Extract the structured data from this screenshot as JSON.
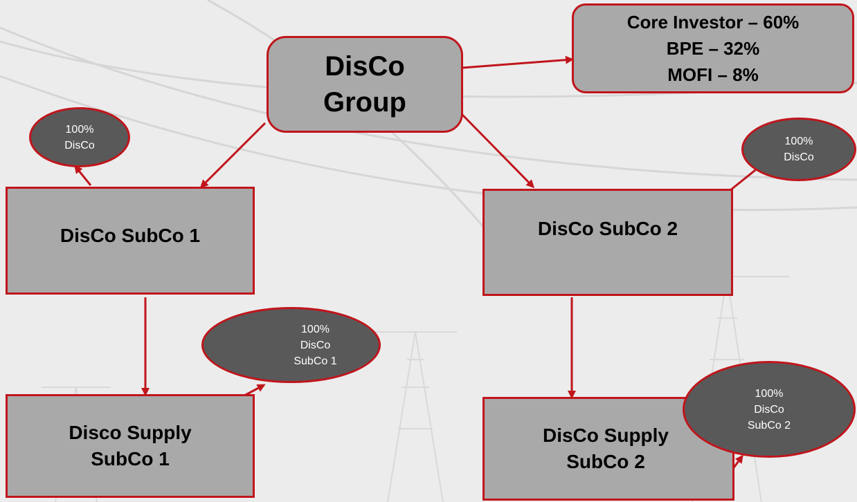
{
  "diagram": {
    "group": {
      "line1": "DisCo",
      "line2": "Group"
    },
    "shareholders": [
      {
        "label": "Core Investor – 60%"
      },
      {
        "label": "BPE – 32%"
      },
      {
        "label": "MOFI – 8%"
      }
    ],
    "subco1": {
      "label": "DisCo SubCo 1"
    },
    "subco2": {
      "label": "DisCo SubCo 2"
    },
    "supply1": {
      "line1": "Disco Supply",
      "line2": "SubCo 1"
    },
    "supply2": {
      "line1": "DisCo Supply",
      "line2": "SubCo 2"
    },
    "ownership_subco1": {
      "line1": "100%",
      "line2": "DisCo"
    },
    "ownership_subco2": {
      "line1": "100%",
      "line2": "DisCo"
    },
    "ownership_supply1": {
      "line1": "100%",
      "line2": "DisCo",
      "line3": "SubCo 1"
    },
    "ownership_supply2": {
      "line1": "100%",
      "line2": "DisCo",
      "line3": "SubCo 2"
    }
  },
  "colors": {
    "accent": "#c0151b",
    "box_fill": "#a9a9a9",
    "oval_fill": "#595959",
    "background": "#ececec"
  }
}
